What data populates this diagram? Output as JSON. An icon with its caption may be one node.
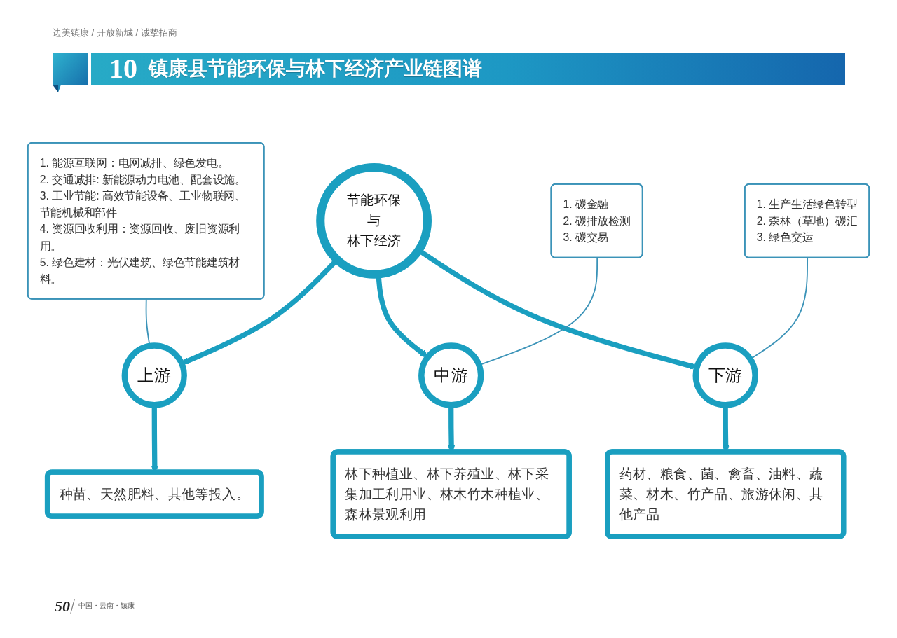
{
  "diagram": {
    "title": "镇康县节能环保与林下经济产业链图谱",
    "nodes": [
      {
        "text": [
          "节能环保",
          "与",
          "林下经济"
        ]
      },
      {
        "text": [
          "上游"
        ]
      },
      {
        "text": [
          "种苗、天然肥料、其他等投入。"
        ]
      },
      {
        "text": [
          "1. 能源互联网：电网减排、绿色发电。",
          "2. 交通减排: 新能源动力电池、配套设施。",
          "3. 工业节能: 高效节能设备、工业物联网、节能机械和部件",
          "4. 资源回收利用：资源回收、废旧资源利用。",
          "5. 绿色建材：光伏建筑、绿色节能建筑材料。"
        ]
      },
      {
        "text": [
          "中游"
        ]
      },
      {
        "text": [
          "林下种植业、林下养殖业、林下采集加工利用业、林木竹木种植业、森林景观利用"
        ]
      },
      {
        "text": [
          "1. 碳金融",
          "2. 碳排放检测",
          "3. 碳交易"
        ]
      },
      {
        "text": [
          "下游"
        ]
      },
      {
        "text": [
          "药材、粮食、菌、禽畜、油料、蔬菜、材木、竹产品、旅游休闲、其他产品"
        ]
      },
      {
        "text": [
          "1. 生产生活绿色转型",
          "2. 森林（草地）碳汇",
          "3. 绿色交运"
        ]
      }
    ],
    "edges": [
      {
        "from": 0,
        "to": 1,
        "arrow": "to"
      },
      {
        "from": 1,
        "to": 2,
        "arrow": "to"
      },
      {
        "from": 0,
        "to": 4,
        "arrow": "to"
      },
      {
        "from": 4,
        "to": 5,
        "arrow": "to"
      },
      {
        "from": 0,
        "to": 7,
        "arrow": "to"
      },
      {
        "from": 7,
        "to": 8,
        "arrow": "to"
      },
      {
        "from": 3,
        "to": 1,
        "arrow": "none"
      },
      {
        "from": 6,
        "to": 4,
        "arrow": "none"
      },
      {
        "from": 9,
        "to": 7,
        "arrow": "none"
      }
    ],
    "labels": [
      "边美镇康 / 开放新城 / 诚挚招商",
      "10",
      "50",
      "中国・云南・镇康"
    ]
  }
}
